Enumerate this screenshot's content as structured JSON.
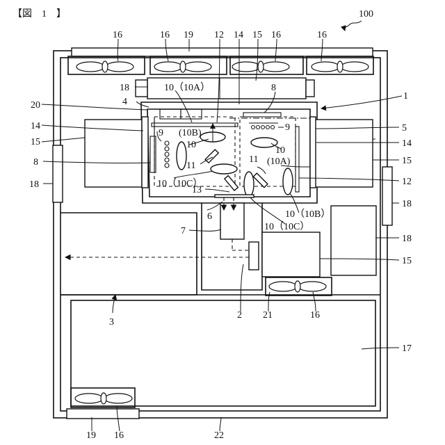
{
  "figure": {
    "caption": "【図　1　】",
    "ref_numbers": {
      "main": "100",
      "frame_1": "1",
      "main_board_2": "2",
      "partition_3": "3",
      "housing_4": "4",
      "light_source_box_5": "5",
      "imaging_6": "6",
      "projection_7": "7",
      "lens_8": "8",
      "phosphor_9": "9",
      "light_source_10": "10",
      "light_source_10a": "10（10A）",
      "light_source_10b": "10（10B）",
      "light_source_10c": "10（10C）",
      "sub_10a": "(10A)",
      "sub_10b": "(10B)",
      "mirror_11": "11",
      "duct_12": "12",
      "prism_13": "13",
      "heat_sink_14": "14",
      "heat_exchanger_15": "15",
      "fan_16": "16",
      "power_supply_17": "17",
      "filter_18": "18",
      "filter_19": "19",
      "plate_20": "20",
      "cover_21": "21",
      "exterior_22": "22"
    }
  }
}
